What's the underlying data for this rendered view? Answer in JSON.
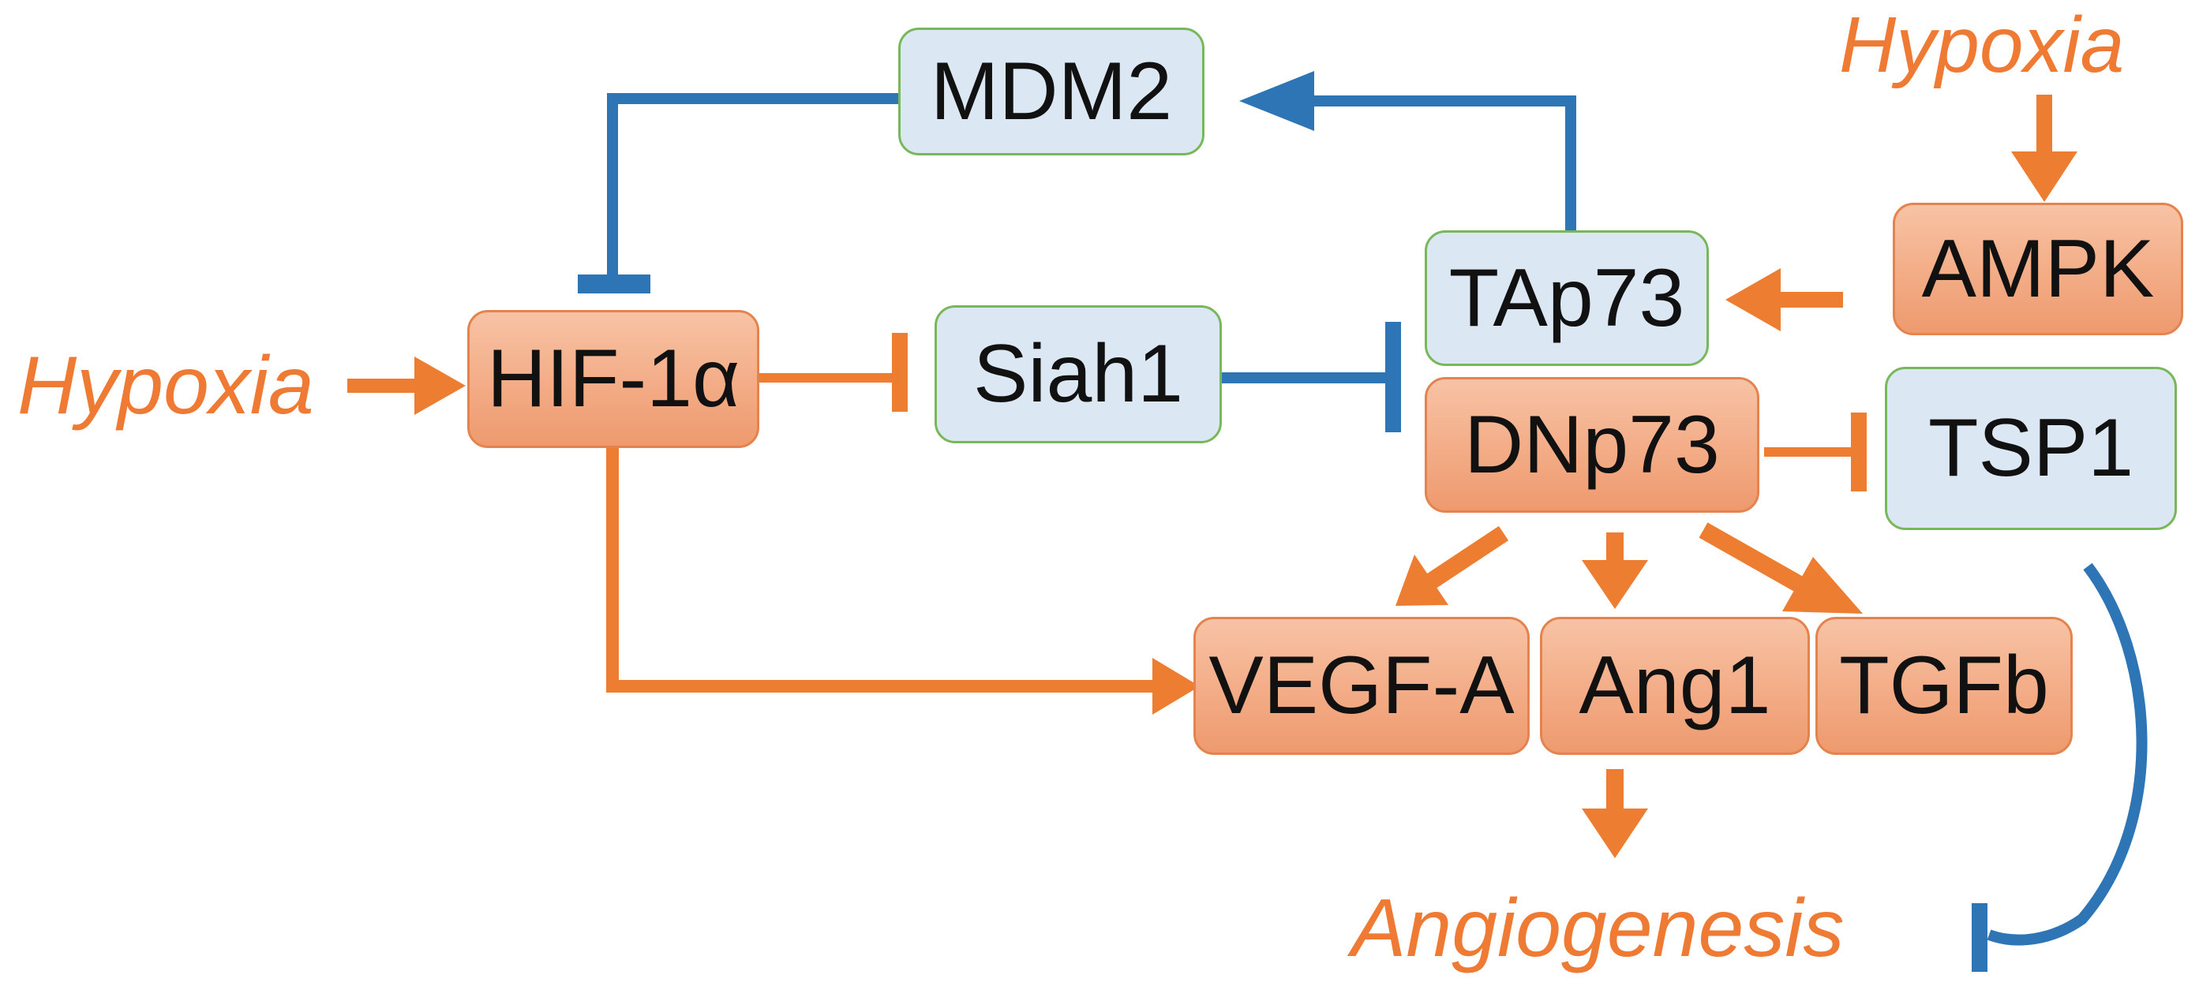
{
  "colors": {
    "activation": "#ed7d31",
    "inhibition": "#2e75b6",
    "node_orange_fill": "#f3ac86",
    "node_orange_border": "#e4834e",
    "node_blue_fill": "#dbe7f3",
    "node_blue_border": "#79b75b",
    "label_text": "#ee7a33"
  },
  "nodes": {
    "mdm2": "MDM2",
    "hif1a": "HIF-1α",
    "siah1": "Siah1",
    "tap73": "TAp73",
    "dnp73": "DNp73",
    "ampk": "AMPK",
    "tsp1": "TSP1",
    "vegfa": "VEGF-A",
    "ang1": "Ang1",
    "tgfb": "TGFb"
  },
  "labels": {
    "hypoxia_left": "Hypoxia",
    "hypoxia_top": "Hypoxia",
    "angiogenesis": "Angiogenesis"
  },
  "edges": [
    {
      "from": "Hypoxia",
      "to": "HIF-1α",
      "type": "activation"
    },
    {
      "from": "HIF-1α",
      "to": "Siah1",
      "type": "inhibition"
    },
    {
      "from": "Siah1",
      "to": "TAp73 / DNp73",
      "type": "inhibition"
    },
    {
      "from": "MDM2",
      "to": "HIF-1α",
      "type": "inhibition"
    },
    {
      "from": "TAp73",
      "to": "MDM2",
      "type": "activation"
    },
    {
      "from": "Hypoxia",
      "to": "AMPK",
      "type": "activation"
    },
    {
      "from": "AMPK",
      "to": "TAp73",
      "type": "activation"
    },
    {
      "from": "DNp73",
      "to": "TSP1",
      "type": "inhibition"
    },
    {
      "from": "DNp73",
      "to": "VEGF-A",
      "type": "activation"
    },
    {
      "from": "DNp73",
      "to": "Ang1",
      "type": "activation"
    },
    {
      "from": "DNp73",
      "to": "TGFb",
      "type": "activation"
    },
    {
      "from": "HIF-1α",
      "to": "VEGF-A",
      "type": "activation"
    },
    {
      "from": "Ang1",
      "to": "Angiogenesis",
      "type": "activation"
    },
    {
      "from": "TSP1",
      "to": "Angiogenesis",
      "type": "inhibition"
    }
  ]
}
